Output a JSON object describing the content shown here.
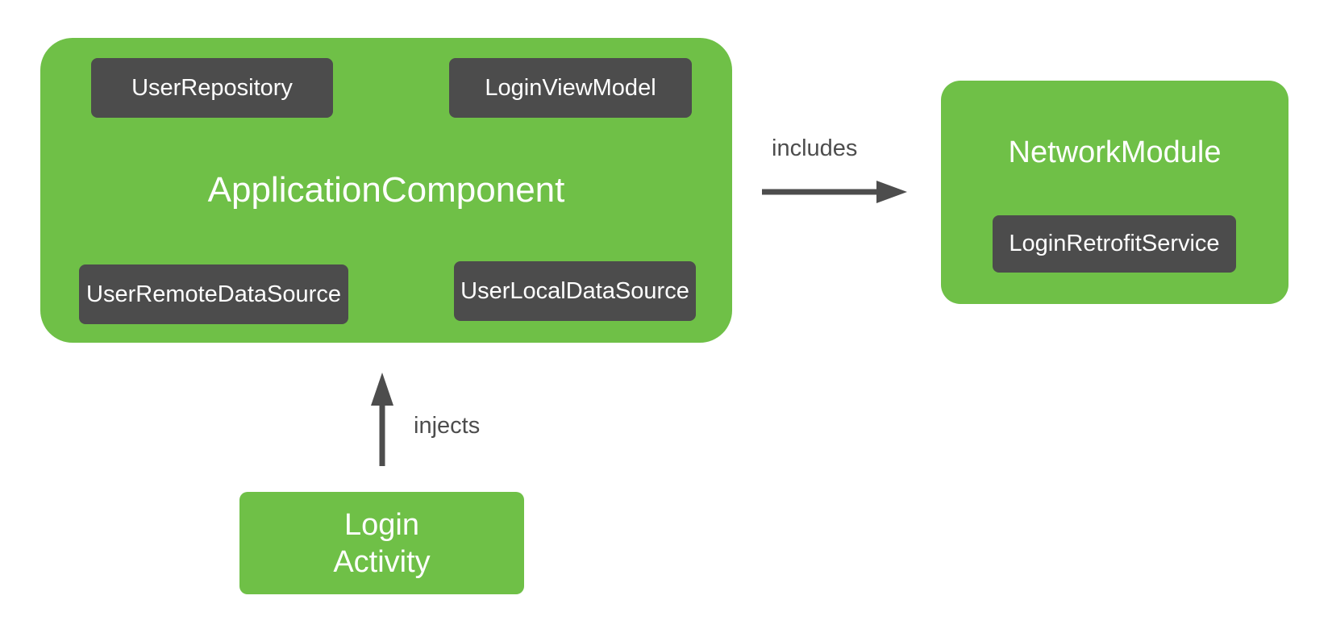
{
  "nodes": {
    "application_component": {
      "title": "ApplicationComponent",
      "items": [
        "UserRepository",
        "LoginViewModel",
        "UserRemoteDataSource",
        "UserLocalDataSource"
      ]
    },
    "network_module": {
      "title": "NetworkModule",
      "items": [
        "LoginRetrofitService"
      ]
    },
    "login_activity": {
      "line1": "Login",
      "line2": "Activity"
    }
  },
  "edges": {
    "includes": {
      "label": "includes",
      "from": "ApplicationComponent",
      "to": "NetworkModule",
      "direction": "right"
    },
    "injects": {
      "label": "injects",
      "from": "Login Activity",
      "to": "ApplicationComponent",
      "direction": "up"
    }
  },
  "colors": {
    "green": "#6FC047",
    "dark_chip": "#4C4C4C",
    "arrow": "#4D4D4D",
    "label_text": "#4D4D4D",
    "white_text": "#FFFFFF",
    "background": "#FFFFFF"
  }
}
